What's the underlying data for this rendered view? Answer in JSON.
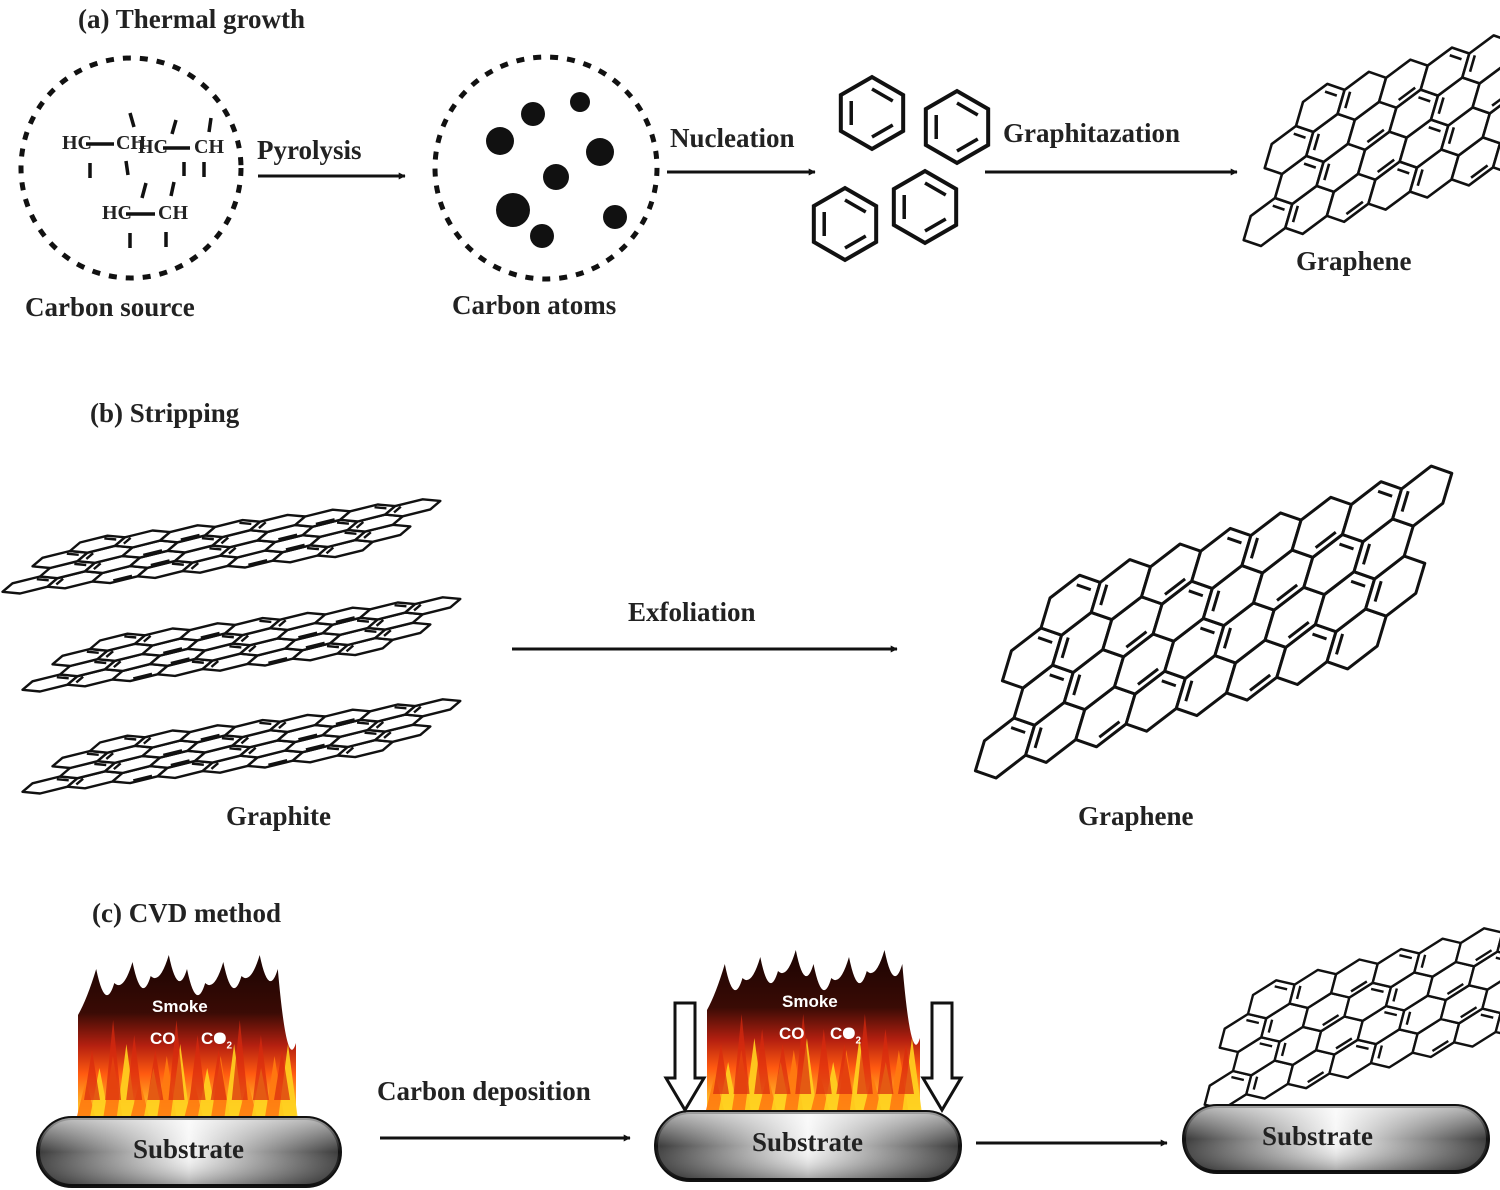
{
  "sections": {
    "a": {
      "title": "(a) Thermal growth",
      "steps": [
        "Pyrolysis",
        "Nucleation",
        "Graphitazation"
      ],
      "captions": [
        "Carbon source",
        "Carbon atoms",
        "Graphene"
      ],
      "molecule": {
        "row1_left": "HC",
        "row1_mid": "CH",
        "row1_mid2": "HC",
        "row1_right": "CH",
        "row2_left": "HC",
        "row2_right": "CH"
      }
    },
    "b": {
      "title": "(b) Stripping",
      "step": "Exfoliation",
      "captions": [
        "Graphite",
        "Graphene"
      ]
    },
    "c": {
      "title": "(c) CVD method",
      "step": "Carbon deposition",
      "substrate": "Substrate",
      "smoke": "Smoke",
      "co": "CO",
      "co2": "CO",
      "co2_sub": "2"
    }
  },
  "colors": {
    "ink": "#111111",
    "flame_dark": "#2a0a05",
    "flame_red": "#e23a12",
    "flame_orange": "#ff8c1a",
    "flame_yellow": "#ffe030",
    "substrate_light": "#f2f2f2",
    "substrate_dark": "#3a3a3a"
  }
}
